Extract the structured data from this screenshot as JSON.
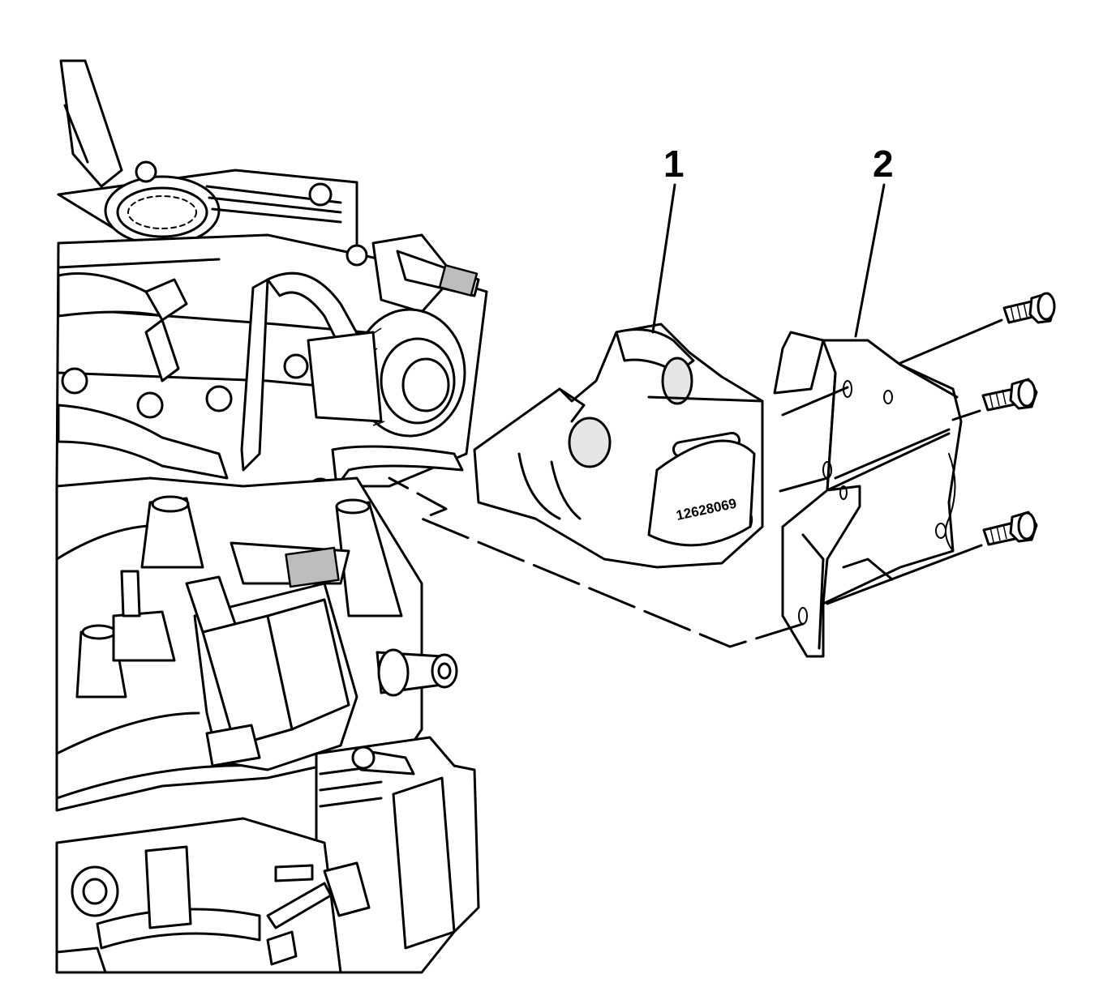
{
  "callouts": [
    {
      "label": "1"
    },
    {
      "label": "2"
    }
  ],
  "part_number": "12628069"
}
